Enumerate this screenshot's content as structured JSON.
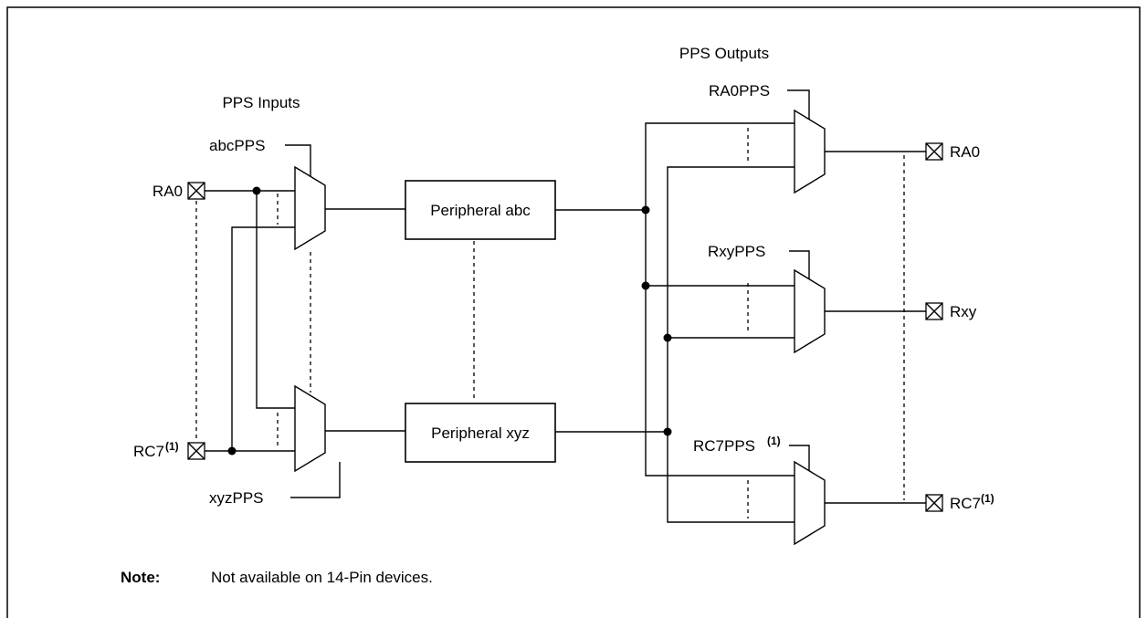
{
  "pps_inputs_heading": "PPS Inputs",
  "pps_outputs_heading": "PPS Outputs",
  "inputs": {
    "pin_top": "RA0",
    "pin_bottom": "RC7",
    "pin_bottom_note": "(1)",
    "mux_top_select": "abcPPS",
    "mux_bottom_select": "xyzPPS"
  },
  "peripherals": {
    "top": "Peripheral abc",
    "bottom": "Peripheral xyz"
  },
  "outputs": {
    "mux_top_select": "RA0PPS",
    "mux_mid_select": "RxyPPS",
    "mux_bottom_select": "RC7PPS",
    "mux_bottom_select_note": "(1)",
    "pin_top": "RA0",
    "pin_mid": "Rxy",
    "pin_bottom": "RC7",
    "pin_bottom_note": "(1)"
  },
  "note": {
    "label": "Note:",
    "text": "Not available on 14-Pin devices."
  }
}
